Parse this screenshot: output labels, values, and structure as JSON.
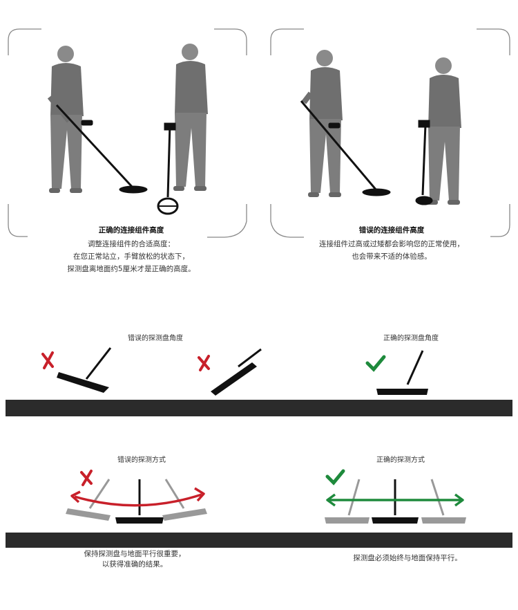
{
  "panels": [
    {
      "title": "正确的连接组件高度",
      "lines": [
        "调整连接组件的合适高度：",
        "在您正常站立，手臂放松的状态下，",
        "探测盘离地面约5厘米才是正确的高度。"
      ],
      "status": "correct"
    },
    {
      "title": "错误的连接组件高度",
      "lines": [
        "连接组件过高或过矮都会影响您的正常使用，",
        "也会带来不适的体验感。"
      ],
      "status": "wrong"
    }
  ],
  "angle_section": {
    "wrong_label": "错误的探测盘角度",
    "correct_label": "正确的探测盘角度"
  },
  "sweep_section": {
    "wrong_label": "错误的探测方式",
    "correct_label": "正确的探测方式",
    "wrong_caption": [
      "保持探测盘与地面平行很重要，",
      "以获得准确的结果。"
    ],
    "correct_caption": "探测盘必须始终与地面保持平行。"
  },
  "colors": {
    "wrong": "#c8202a",
    "correct": "#1e8a3c",
    "ground": "#2b2b2b",
    "figure": "#7a7a7a"
  }
}
